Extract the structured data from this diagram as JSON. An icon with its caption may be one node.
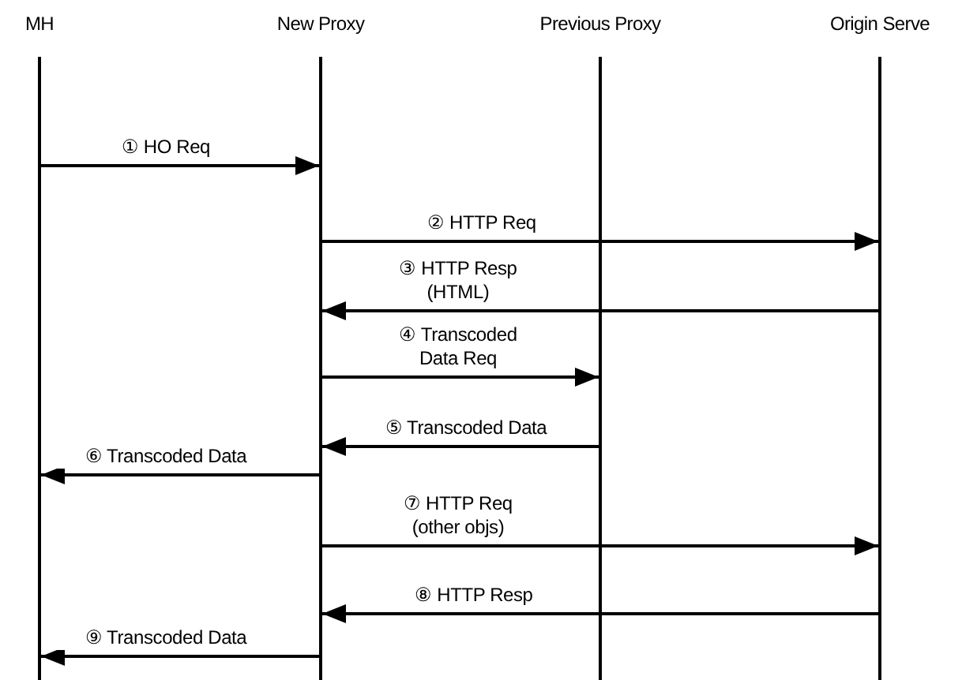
{
  "diagram": {
    "nodes": [
      {
        "text": [
          "MH"
        ]
      },
      {
        "text": [
          "New Proxy"
        ]
      },
      {
        "text": [
          "Previous Proxy"
        ]
      },
      {
        "text": [
          "Origin Serve"
        ]
      }
    ],
    "edges": [
      {
        "from": 0,
        "to": 1,
        "arrow": "to",
        "label": "① HO Req"
      },
      {
        "from": 1,
        "to": 3,
        "arrow": "to",
        "label": "② HTTP Req"
      },
      {
        "from": 3,
        "to": 1,
        "arrow": "to",
        "label": "③ HTTP Resp (HTML)"
      },
      {
        "from": 1,
        "to": 2,
        "arrow": "to",
        "label": "④ Transcoded Data Req"
      },
      {
        "from": 2,
        "to": 1,
        "arrow": "to",
        "label": "⑤ Transcoded Data"
      },
      {
        "from": 1,
        "to": 0,
        "arrow": "to",
        "label": "⑥ Transcoded Data"
      },
      {
        "from": 1,
        "to": 3,
        "arrow": "to",
        "label": "⑦ HTTP Req (other objs)"
      },
      {
        "from": 3,
        "to": 1,
        "arrow": "to",
        "label": "⑧ HTTP Resp"
      },
      {
        "from": 1,
        "to": 0,
        "arrow": "to",
        "label": "⑨ Transcoded Data"
      }
    ]
  }
}
